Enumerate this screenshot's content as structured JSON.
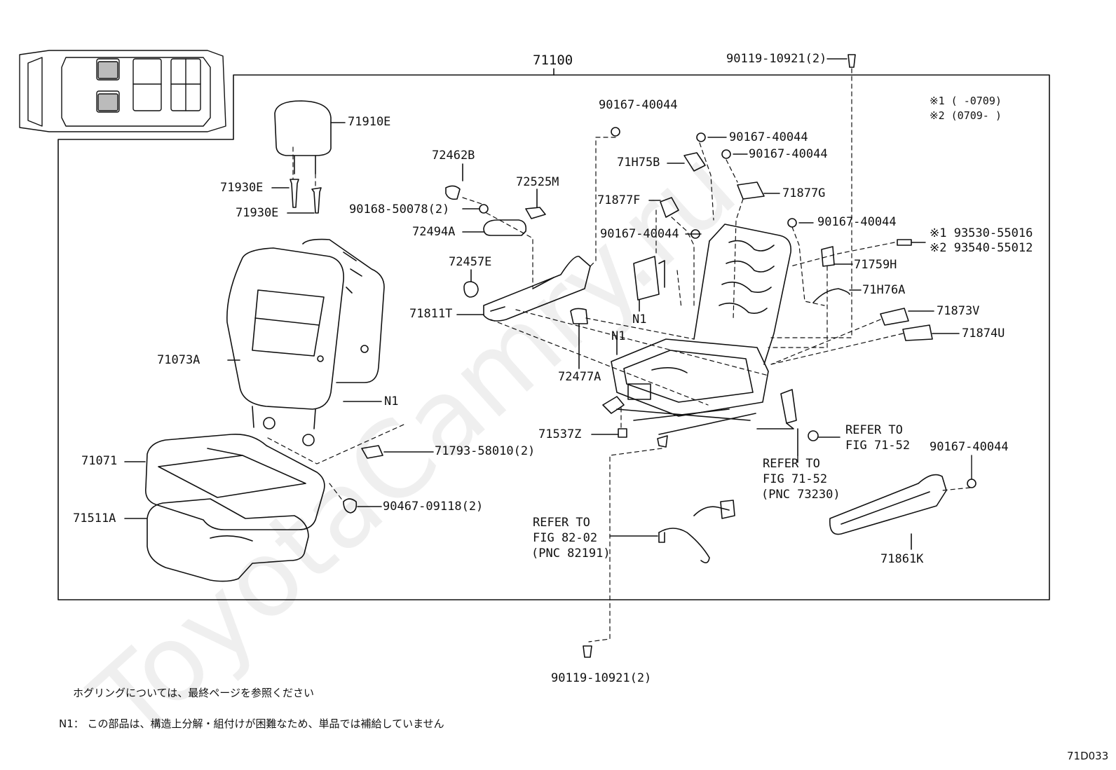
{
  "diagram": {
    "assembly": "71100",
    "watermark": "ToyotaCamry.ru",
    "figure_code": "71D033",
    "variants": {
      "v1": "※1 (     -0709)",
      "v2": "※2 (0709-     )"
    },
    "parts": {
      "p71910E": "71910E",
      "p71930E_a": "71930E",
      "p71930E_b": "71930E",
      "p72462B": "72462B",
      "p90168_50078": "90168-50078(2)",
      "p72525M": "72525M",
      "p72494A": "72494A",
      "p72457E": "72457E",
      "p71811T": "71811T",
      "p71073A": "71073A",
      "pN1_a": "N1",
      "pN1_b": "N1",
      "pN1_c": "N1",
      "p71071": "71071",
      "p71793_58010": "71793-58010(2)",
      "p71511A": "71511A",
      "p90467_09118": "90467-09118(2)",
      "p90167_40044_a": "90167-40044",
      "p90167_40044_b": "90167-40044",
      "p90167_40044_c": "90167-40044",
      "p90167_40044_d": "90167-40044",
      "p90167_40044_e": "90167-40044",
      "p90167_40044_f": "90167-40044",
      "p71H75B": "71H75B",
      "p71877F": "71877F",
      "p71877G": "71877G",
      "p90119_10921_top": "90119-10921(2)",
      "p90119_10921_bottom": "90119-10921(2)",
      "p93530_55016": "※1 93530-55016",
      "p93540_55012": "※2 93540-55012",
      "p71759H": "71759H",
      "p71H76A": "71H76A",
      "p71873V": "71873V",
      "p71874U": "71874U",
      "p72477A": "72477A",
      "p71537Z": "71537Z",
      "p71861K": "71861K"
    },
    "refs": {
      "r1_line1": "REFER TO",
      "r1_line2": "FIG 71-52",
      "r2_line1": "REFER TO",
      "r2_line2": "FIG 71-52",
      "r2_line3": "(PNC 73230)",
      "r3_line1": "REFER TO",
      "r3_line2": "FIG 82-02",
      "r3_line3": "(PNC 82191)"
    },
    "notes": {
      "hog_ring": "ホグリングについては、最終ページを参照ください",
      "n1": "N1： この部品は、構造上分解・組付けが困難なため、単品では補給していません"
    }
  }
}
